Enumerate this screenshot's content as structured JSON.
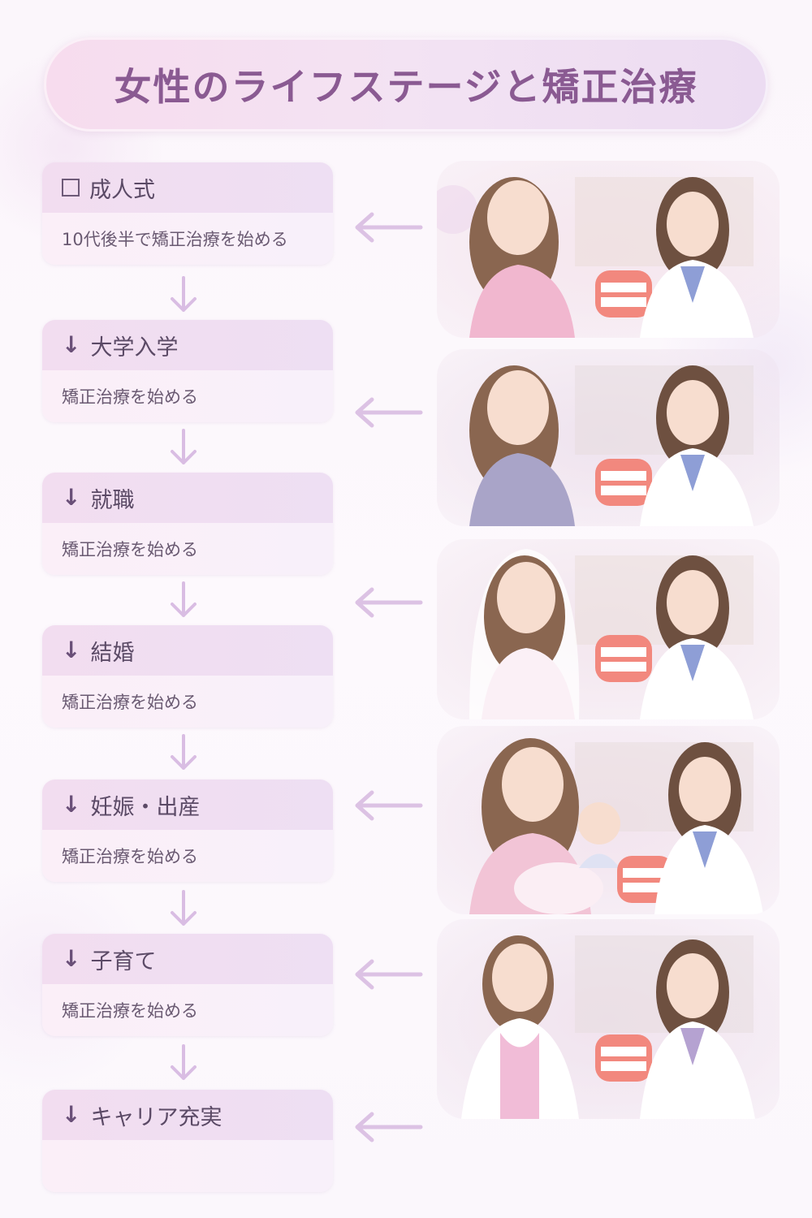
{
  "header": {
    "title": "女性のライフステージと矯正治療"
  },
  "stages": [
    {
      "marker": "box",
      "label": "成人式",
      "desc": "10代後半で矯正治療を始める"
    },
    {
      "marker": "arrow",
      "label": "大学入学",
      "desc": "矯正治療を始める"
    },
    {
      "marker": "arrow",
      "label": "就職",
      "desc": "矯正治療を始める"
    },
    {
      "marker": "arrow",
      "label": "結婚",
      "desc": "矯正治療を始める"
    },
    {
      "marker": "arrow",
      "label": "妊娠・出産",
      "desc": "矯正治療を始める"
    },
    {
      "marker": "arrow",
      "label": "子育て",
      "desc": "矯正治療を始める"
    },
    {
      "marker": "arrow",
      "label": "キャリア充実",
      "desc": ""
    }
  ],
  "arrow_glyph": "↓",
  "colors": {
    "title": "#8a5a92",
    "arrow": "#d9bde3",
    "card_head": "#f2ddf0",
    "card_body": "#fbeff8"
  }
}
